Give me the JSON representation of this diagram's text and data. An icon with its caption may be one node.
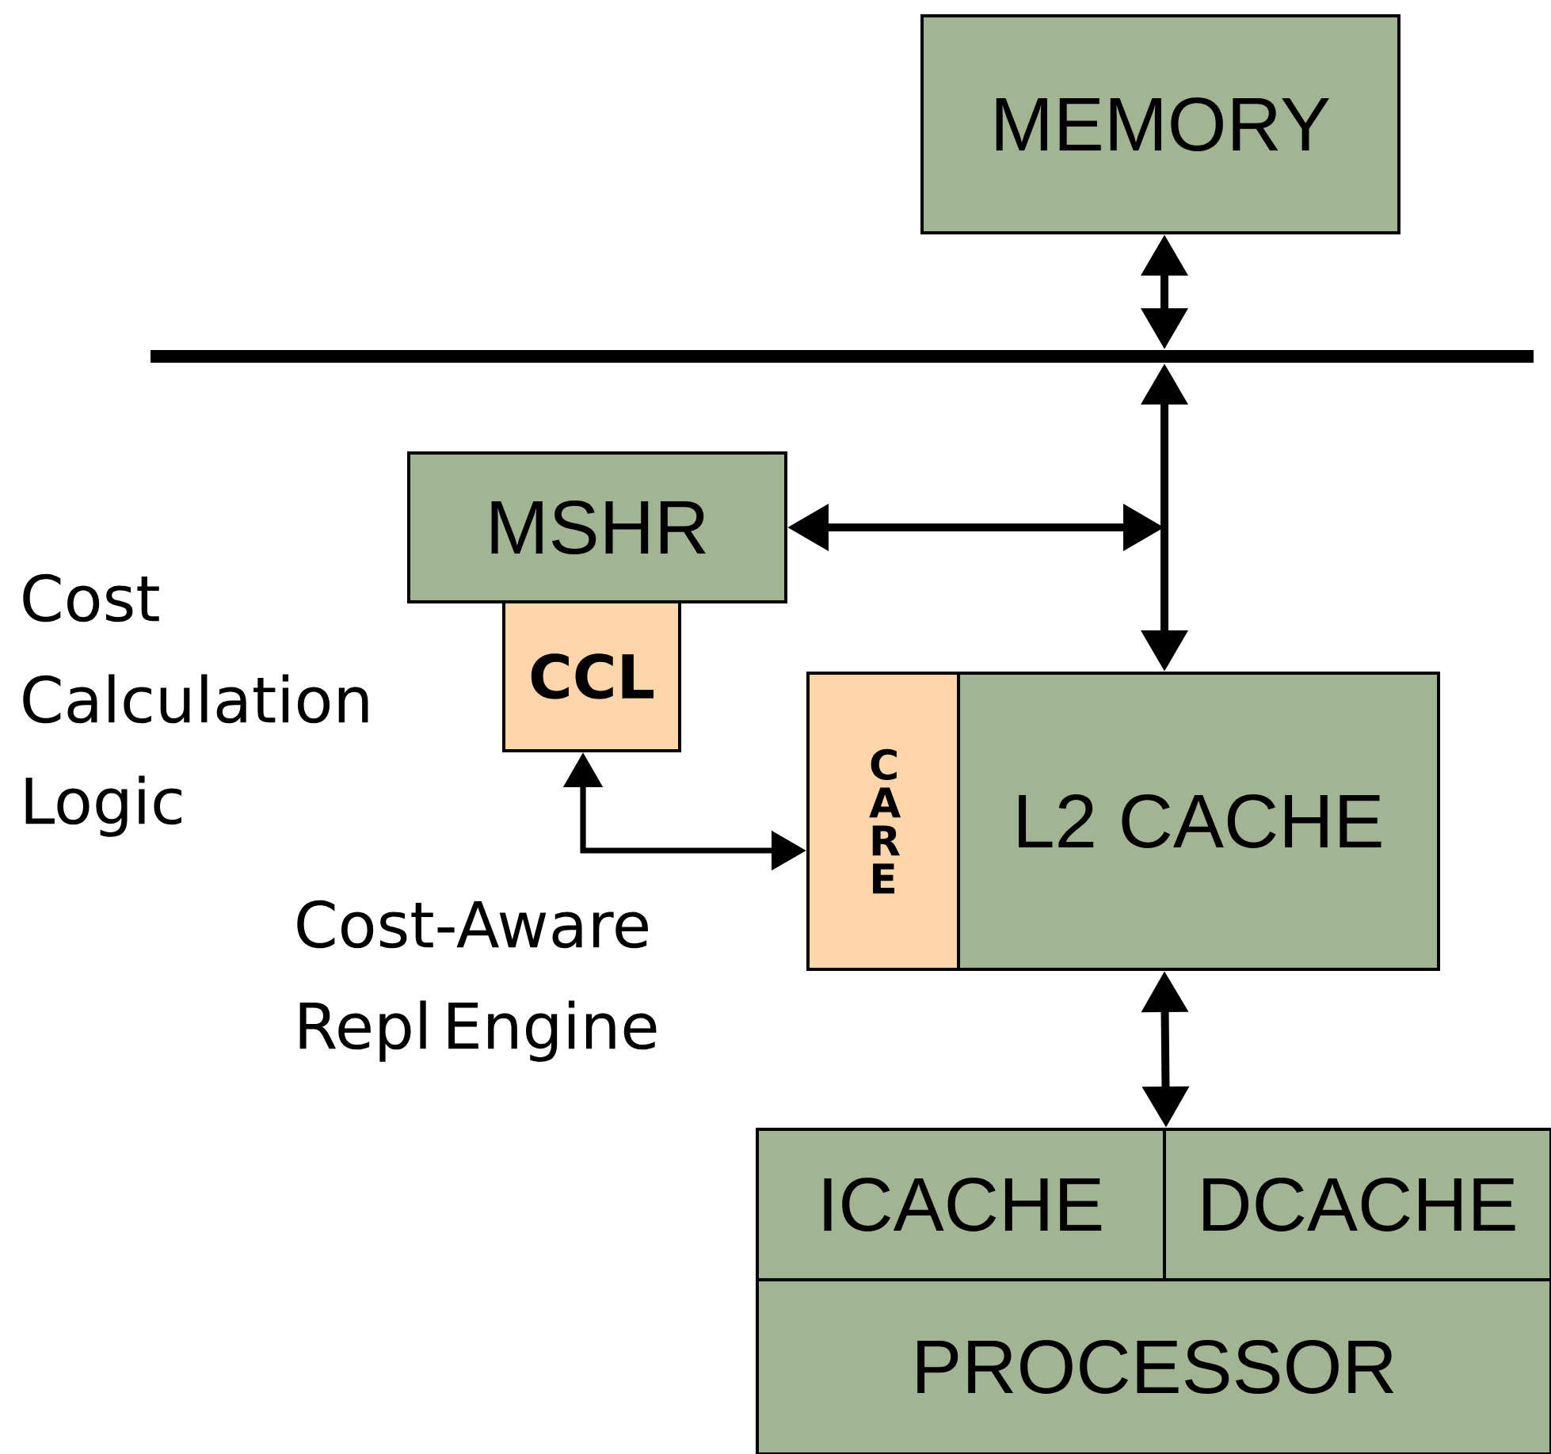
{
  "diagram": {
    "nodes": [
      {
        "text": [
          "MEMORY"
        ]
      },
      {
        "text": [],
        "shape": "bar"
      },
      {
        "text": [
          "MSHR"
        ]
      },
      {
        "text": [
          "CCL"
        ]
      },
      {
        "text": [
          "C A R E"
        ]
      },
      {
        "text": [
          "L2 CACHE"
        ]
      },
      {
        "text": [
          "ICACHE"
        ]
      },
      {
        "text": [
          "DCACHE"
        ]
      },
      {
        "text": [
          "PROCESSOR"
        ]
      }
    ],
    "edges": [
      {
        "from": 0,
        "to": 1,
        "arrow": "both"
      },
      {
        "from": 1,
        "to": 5,
        "arrow": "both"
      },
      {
        "from": 2,
        "to": null,
        "arrow": "both"
      },
      {
        "from": 3,
        "to": 4,
        "arrow": "both"
      },
      {
        "from": 5,
        "to": 6,
        "arrow": "both"
      }
    ],
    "labels": [
      "Cost Calculation Logic",
      "Cost-Aware Repl Engine"
    ]
  }
}
